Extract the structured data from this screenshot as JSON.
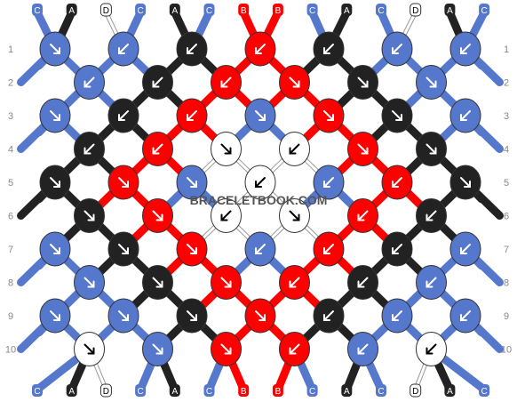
{
  "colors": {
    "C": "#5577cc",
    "A": "#222222",
    "D": "#ffffff",
    "B": "#ff0000"
  },
  "strands": [
    "C",
    "A",
    "D",
    "C",
    "A",
    "C",
    "B",
    "B",
    "C",
    "A",
    "C",
    "D",
    "A",
    "C"
  ],
  "row_labels": [
    "1",
    "2",
    "3",
    "4",
    "5",
    "6",
    "7",
    "8",
    "9",
    "10"
  ],
  "watermark": "BRACELETBOOK.COM",
  "knots": [
    [
      {
        "c": "C",
        "d": "r"
      },
      {
        "c": "C",
        "d": "l"
      },
      {
        "c": "A",
        "d": "l"
      },
      {
        "c": "B",
        "d": "l"
      },
      {
        "c": "A",
        "d": "l"
      },
      {
        "c": "C",
        "d": "l"
      },
      {
        "c": "C",
        "d": "l"
      }
    ],
    [
      {
        "c": "C",
        "d": "l"
      },
      {
        "c": "A",
        "d": "l"
      },
      {
        "c": "B",
        "d": "l"
      },
      {
        "c": "B",
        "d": "r"
      },
      {
        "c": "A",
        "d": "r"
      },
      {
        "c": "C",
        "d": "r"
      }
    ],
    [
      {
        "c": "C",
        "d": "r"
      },
      {
        "c": "A",
        "d": "l"
      },
      {
        "c": "B",
        "d": "l"
      },
      {
        "c": "C",
        "d": "r"
      },
      {
        "c": "B",
        "d": "r"
      },
      {
        "c": "A",
        "d": "r"
      },
      {
        "c": "C",
        "d": "l"
      }
    ],
    [
      {
        "c": "A",
        "d": "l"
      },
      {
        "c": "B",
        "d": "l"
      },
      {
        "c": "D",
        "d": "r"
      },
      {
        "c": "D",
        "d": "l"
      },
      {
        "c": "B",
        "d": "r"
      },
      {
        "c": "A",
        "d": "r"
      }
    ],
    [
      {
        "c": "A",
        "d": "r"
      },
      {
        "c": "B",
        "d": "r"
      },
      {
        "c": "C",
        "d": "r"
      },
      {
        "c": "D",
        "d": "l"
      },
      {
        "c": "C",
        "d": "l"
      },
      {
        "c": "B",
        "d": "l"
      },
      {
        "c": "A",
        "d": "r"
      }
    ],
    [
      {
        "c": "A",
        "d": "r"
      },
      {
        "c": "B",
        "d": "r"
      },
      {
        "c": "D",
        "d": "l"
      },
      {
        "c": "D",
        "d": "r"
      },
      {
        "c": "B",
        "d": "l"
      },
      {
        "c": "A",
        "d": "l"
      }
    ],
    [
      {
        "c": "C",
        "d": "r"
      },
      {
        "c": "A",
        "d": "r"
      },
      {
        "c": "B",
        "d": "r"
      },
      {
        "c": "C",
        "d": "l"
      },
      {
        "c": "B",
        "d": "l"
      },
      {
        "c": "A",
        "d": "l"
      },
      {
        "c": "C",
        "d": "l"
      }
    ],
    [
      {
        "c": "C",
        "d": "r"
      },
      {
        "c": "A",
        "d": "r"
      },
      {
        "c": "B",
        "d": "r"
      },
      {
        "c": "B",
        "d": "l"
      },
      {
        "c": "A",
        "d": "l"
      },
      {
        "c": "C",
        "d": "l"
      }
    ],
    [
      {
        "c": "C",
        "d": "r"
      },
      {
        "c": "C",
        "d": "r"
      },
      {
        "c": "A",
        "d": "r"
      },
      {
        "c": "B",
        "d": "r"
      },
      {
        "c": "A",
        "d": "l"
      },
      {
        "c": "C",
        "d": "l"
      },
      {
        "c": "C",
        "d": "l"
      }
    ],
    [
      {
        "c": "D",
        "d": "r"
      },
      {
        "c": "C",
        "d": "r"
      },
      {
        "c": "B",
        "d": "r"
      },
      {
        "c": "B",
        "d": "l"
      },
      {
        "c": "C",
        "d": "l"
      },
      {
        "c": "D",
        "d": "l"
      }
    ]
  ]
}
